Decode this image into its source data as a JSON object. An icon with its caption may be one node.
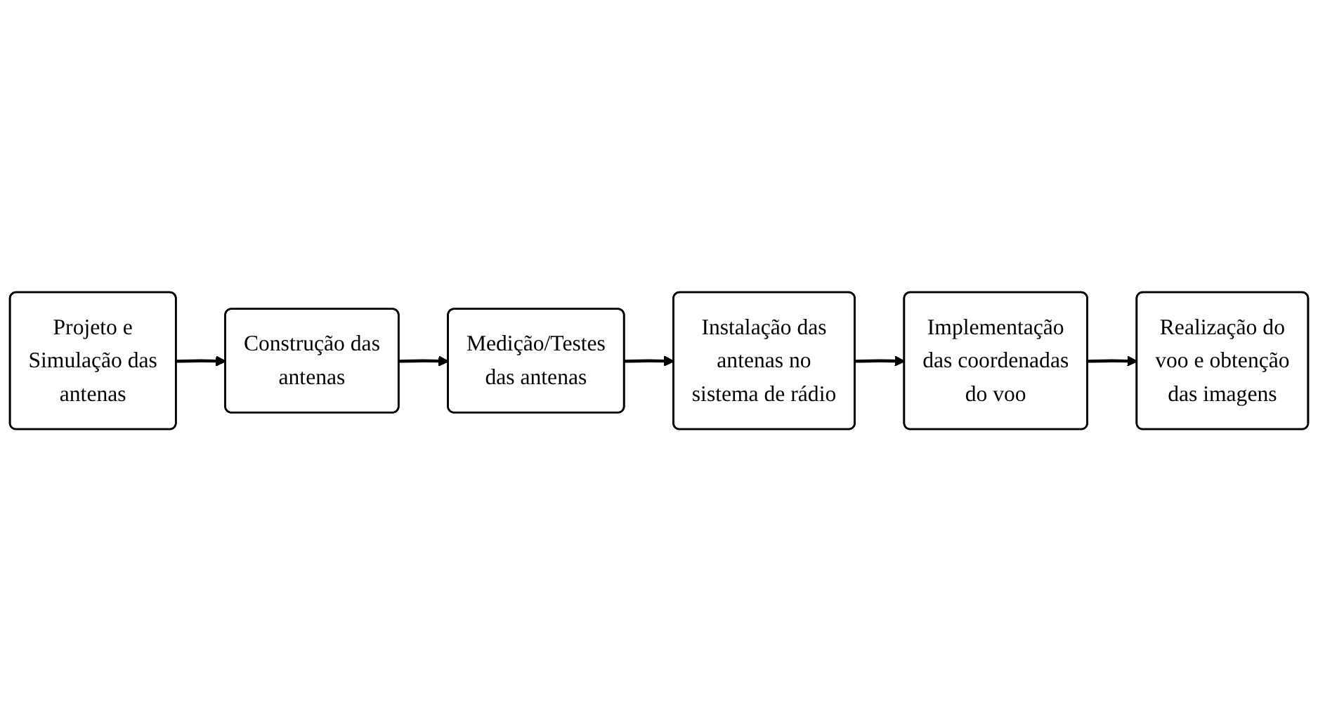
{
  "diagram": {
    "nodes": [
      {
        "text": [
          "Projeto e Simulação das antenas"
        ]
      },
      {
        "text": [
          "Construção das antenas"
        ]
      },
      {
        "text": [
          "Medição/Testes das antenas"
        ]
      },
      {
        "text": [
          "Instalação das antenas no sistema de rádio"
        ]
      },
      {
        "text": [
          "Implementação das coordenadas do voo"
        ]
      },
      {
        "text": [
          "Realização do voo e obtenção das imagens"
        ]
      }
    ],
    "edges": [
      {
        "from": 0,
        "to": 1,
        "arrow": "to"
      },
      {
        "from": 1,
        "to": 2,
        "arrow": "to"
      },
      {
        "from": 2,
        "to": 3,
        "arrow": "to"
      },
      {
        "from": 3,
        "to": 4,
        "arrow": "to"
      },
      {
        "from": 4,
        "to": 5,
        "arrow": "to"
      }
    ]
  }
}
